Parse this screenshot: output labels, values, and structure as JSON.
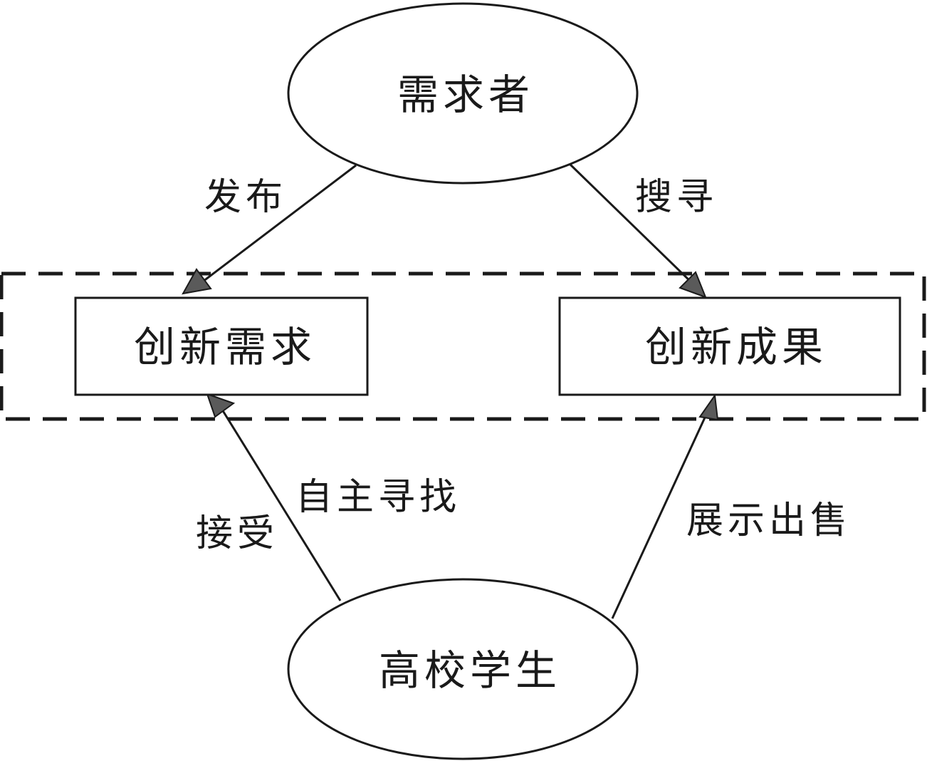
{
  "nodes": {
    "demander": "需求者",
    "student": "高校学生",
    "innovation_demand": "创新需求",
    "innovation_result": "创新成果"
  },
  "edges": {
    "publish": "发布",
    "search": "搜寻",
    "accept": "接受",
    "self_seek": "自主寻找",
    "display_sell": "展示出售"
  },
  "colors": {
    "stroke": "#1a1a1a",
    "arrowhead": "#5a5a5a",
    "background": "#ffffff"
  }
}
